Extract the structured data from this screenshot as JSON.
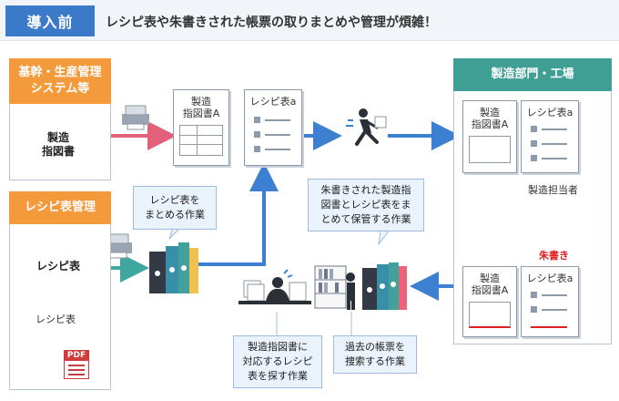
{
  "header": {
    "badge": "導入前",
    "title": "レシピ表や朱書きされた帳票の取りまとめや管理が煩雑！"
  },
  "systems": {
    "core_panel_title": "基幹・生産管理\nシステム等",
    "core_db_label": "製造\n指図書",
    "recipe_panel_title": "レシピ表管理",
    "recipe_db_label": "レシピ表",
    "recipe_paper_label": "レシピ表",
    "pdf_label": "PDF"
  },
  "docs": {
    "order_a": "製造\n指図書A",
    "recipe_a": "レシピ表a"
  },
  "factory": {
    "panel_title": "製造部門・工場",
    "order_a": "製造\n指図書A",
    "recipe_a": "レシピ表a",
    "worker_label": "製造担当者",
    "red_note": "朱書き"
  },
  "callouts": {
    "compile": "レシピ表を\nまとめる作業",
    "store": "朱書きされた製造指\n図書とレシピ表をま\nとめて保管する作業",
    "search_recipe": "製造指図書に\n対応するレシピ\n表を探す作業",
    "search_past": "過去の帳票を\n捜索する作業"
  },
  "colors": {
    "accent_blue": "#3b79c9",
    "arrow_blue": "#3d7fd1",
    "arrow_pink": "#e3607b",
    "arrow_teal": "#3fa6a0",
    "orange": "#f39a3d",
    "teal": "#3f9f94",
    "red": "#e02020"
  }
}
